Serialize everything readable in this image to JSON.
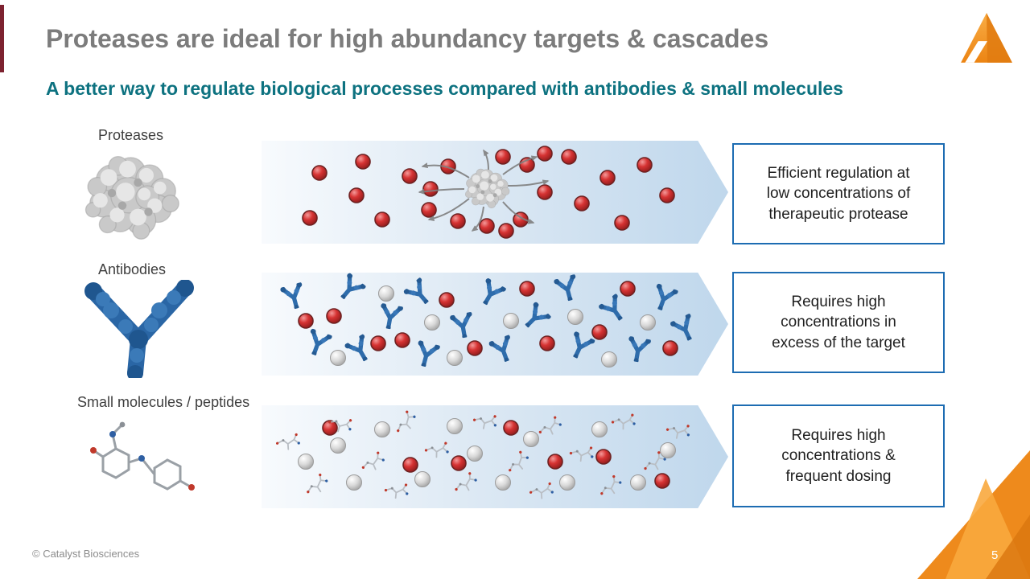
{
  "slide": {
    "title": "Proteases are ideal for high abundancy targets & cascades",
    "subtitle": "A better way to regulate biological processes compared with antibodies & small molecules",
    "copyright": "© Catalyst Biosciences",
    "page_number": "5"
  },
  "rows": [
    {
      "label": "Proteases",
      "icon": "protease-icon",
      "result": "Efficient regulation at\nlow concentrations of\ntherapeutic protease"
    },
    {
      "label": "Antibodies",
      "icon": "antibody-icon",
      "result": "Requires high\nconcentrations in\nexcess of the target"
    },
    {
      "label": "Small molecules / peptides",
      "icon": "small-molecule-icon",
      "result": "Requires high\nconcentrations &\nfrequent dosing"
    }
  ],
  "colors": {
    "title_gray": "#7c7c7c",
    "subtitle_teal": "#0d7280",
    "box_border_blue": "#1d6cb2",
    "brand_orange": "#ef8c1f",
    "target_red": "#c0392b",
    "antibody_blue": "#2e6cab",
    "accent_maroon": "#7d2230"
  }
}
